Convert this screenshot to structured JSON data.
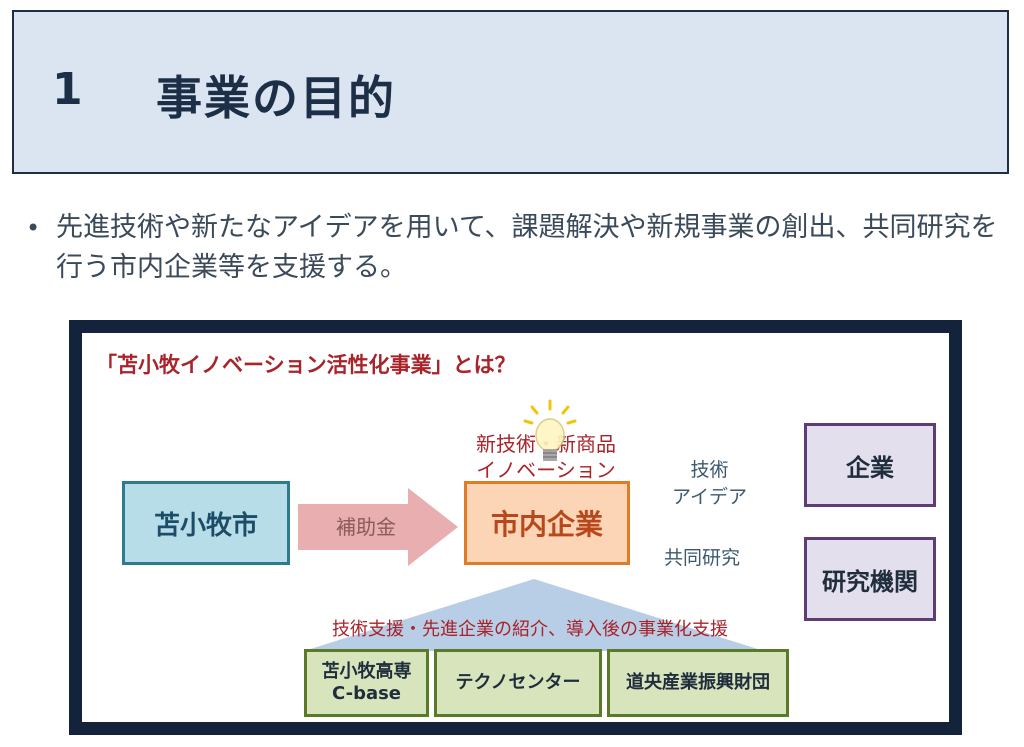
{
  "slide": {
    "number": "1",
    "title": "事業の目的",
    "bullet": "先進技術や新たなアイデアを用いて、課題解決や新規事業の創出、共同研究を行う市内企業等を支援する。"
  },
  "diagram": {
    "heading": "「苫小牧イノベーション活性化事業」とは？",
    "city": "苫小牧市",
    "subsidy": "補助金",
    "local_company": "市内企業",
    "innovation_line1": "新技術・新商品",
    "innovation_line2": "イノベーション",
    "tech_idea_line1": "技術",
    "tech_idea_line2": "アイデア",
    "joint_research": "共同研究",
    "company": "企業",
    "research_institute": "研究機関",
    "support_text": "技術支援・先進企業の紹介、導入後の事業化支援",
    "supporters": [
      {
        "line1": "苫小牧高専",
        "line2": "C-base"
      },
      {
        "line1": "テクノセンター",
        "line2": ""
      },
      {
        "line1": "道央産業振興財団",
        "line2": ""
      }
    ]
  },
  "colors": {
    "title_bg": "#dbe5f1",
    "frame": "#13233c",
    "heading_red": "#a8232a",
    "city_blue": "#b7dde8",
    "local_orange": "#fbd5b5",
    "partner_purple": "#e4dfec",
    "supporter_green": "#d8e4bc"
  }
}
